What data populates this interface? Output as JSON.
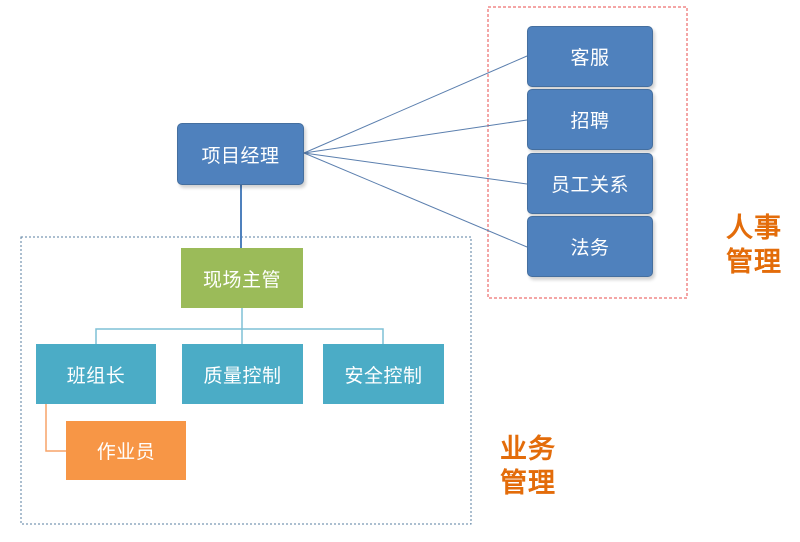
{
  "nodes": {
    "project_manager": "项目经理",
    "site_supervisor": "现场主管",
    "team_leader": "班组长",
    "quality_control": "质量控制",
    "safety_control": "安全控制",
    "worker": "作业员",
    "customer_service": "客服",
    "recruitment": "招聘",
    "employee_relations": "员工关系",
    "legal": "法务"
  },
  "groups": {
    "hr": {
      "line1": "人事",
      "line2": "管理",
      "border_color": "#e84c4c"
    },
    "business": {
      "line1": "业务",
      "line2": "管理",
      "border_color": "#5a7fa0"
    }
  },
  "colors": {
    "blue": "#4f81bd",
    "green": "#9bbb59",
    "teal": "#4bacc6",
    "orange": "#f79646",
    "label_orange": "#e36c0a"
  }
}
